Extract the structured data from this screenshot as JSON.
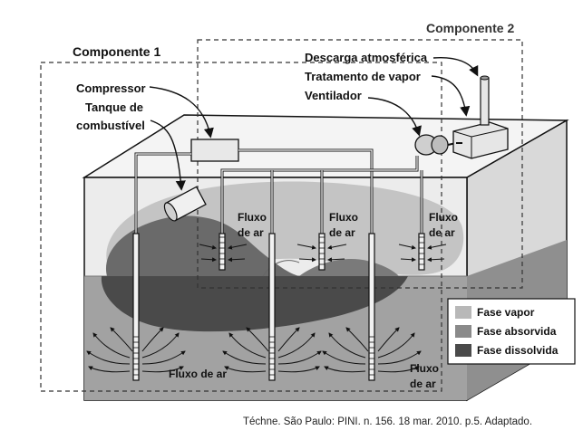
{
  "components": {
    "component1": "Componente 1",
    "component2": "Componente 2"
  },
  "labels": {
    "compressor": "Compressor",
    "fuel_tank_line1": "Tanque de",
    "fuel_tank_line2": "combustível",
    "atmospheric_discharge": "Descarga atmosférica",
    "vapor_treatment": "Tratamento de vapor",
    "ventilator": "Ventilador",
    "air_flow_upper_1_line1": "Fluxo",
    "air_flow_upper_1_line2": "de ar",
    "air_flow_upper_2_line1": "Fluxo",
    "air_flow_upper_2_line2": "de ar",
    "air_flow_upper_3_line1": "Fluxo",
    "air_flow_upper_3_line2": "de ar",
    "air_flow_lower_center": "Fluxo de ar",
    "air_flow_lower_right_line1": "Fluxo",
    "air_flow_lower_right_line2": "de ar"
  },
  "legend": {
    "items": [
      {
        "label": "Fase vapor",
        "color": "#b8b8b8"
      },
      {
        "label": "Fase absorvida",
        "color": "#8a8a8a"
      },
      {
        "label": "Fase dissolvida",
        "color": "#4a4a4a"
      }
    ]
  },
  "caption": "Téchne. São Paulo: PINI. n. 156. 18 mar. 2010. p.5. Adaptado.",
  "colors": {
    "soil_light": "#e9e9e9",
    "soil_top": "#f3f3f3",
    "soil_side": "#d7d7d7",
    "groundwater": "#9a9a9a",
    "plume_dark": "#5a5a5a",
    "vapor_phase": "#c8c8c8"
  }
}
